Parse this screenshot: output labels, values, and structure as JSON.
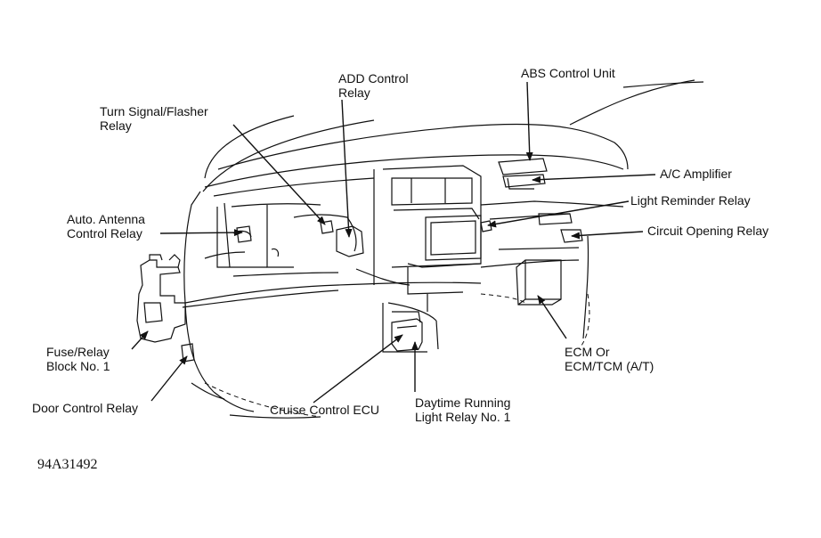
{
  "labels": {
    "add_control_relay": [
      "ADD Control",
      "Relay"
    ],
    "abs_control_unit": [
      "ABS Control Unit"
    ],
    "turn_signal_flasher_relay": [
      "Turn Signal/Flasher",
      "Relay"
    ],
    "ac_amplifier": [
      "A/C Amplifier"
    ],
    "light_reminder_relay": [
      "Light Reminder Relay"
    ],
    "auto_antenna_control_relay": [
      "Auto. Antenna",
      "Control Relay"
    ],
    "circuit_opening_relay": [
      "Circuit Opening Relay"
    ],
    "fuse_relay_block": [
      "Fuse/Relay",
      "Block No. 1"
    ],
    "ecm_tcm": [
      "ECM Or",
      "ECM/TCM (A/T)"
    ],
    "door_control_relay": [
      "Door Control Relay"
    ],
    "cruise_control_ecu": [
      "Cruise Control ECU"
    ],
    "daytime_running_light_relay": [
      "Daytime Running",
      "Light Relay No. 1"
    ]
  },
  "figure_id": "94A31492"
}
